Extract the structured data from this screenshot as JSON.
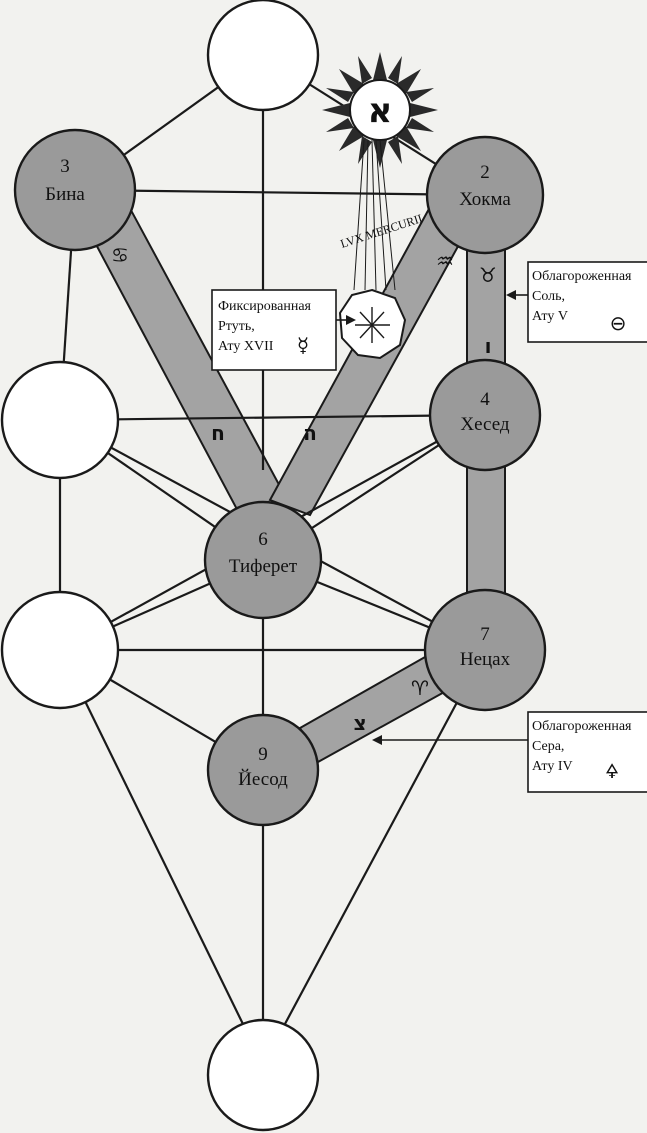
{
  "sephirot": [
    {
      "id": "keter",
      "number": "",
      "name": ""
    },
    {
      "id": "chokmah",
      "number": "2",
      "name": "Хокма"
    },
    {
      "id": "binah",
      "number": "3",
      "name": "Бина"
    },
    {
      "id": "chesed",
      "number": "4",
      "name": "Хесед"
    },
    {
      "id": "geburah",
      "number": "",
      "name": ""
    },
    {
      "id": "tiphareth",
      "number": "6",
      "name": "Тиферет"
    },
    {
      "id": "netzach",
      "number": "7",
      "name": "Нецах"
    },
    {
      "id": "hod",
      "number": "",
      "name": ""
    },
    {
      "id": "yesod",
      "number": "9",
      "name": "Йесод"
    },
    {
      "id": "malkuth",
      "number": "",
      "name": ""
    }
  ],
  "paths": {
    "binah_tiphareth": "ח",
    "chokmah_tiphareth": "ה",
    "chesed_chokmah": "ו",
    "netzach_yesod": "צ",
    "netzach_yesod_sign": "♈",
    "binah_side_sign": "♋",
    "chokmah_side_sign": "♒",
    "chokmah_vav_sign": "♉"
  },
  "sun": {
    "letter": "א",
    "label": "LVX MERCURII"
  },
  "boxes": {
    "mercury": {
      "line1": "Фиксированная",
      "line2": "Ртуть,",
      "line3": "Ату XVII",
      "symbol": "☿"
    },
    "salt": {
      "line1": "Облагороженная",
      "line2": "Соль,",
      "line3": "Ату V",
      "symbol": "⊖"
    },
    "sulfur": {
      "line1": "Облагороженная",
      "line2": "Сера,",
      "line3": "Ату IV",
      "symbol": "🜍"
    }
  }
}
